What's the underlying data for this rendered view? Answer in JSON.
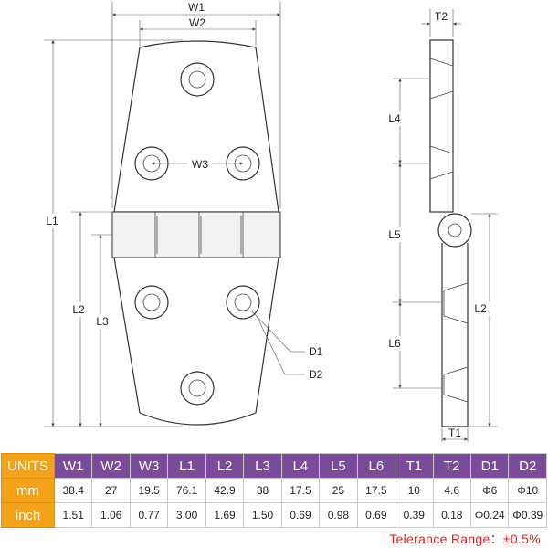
{
  "drawing": {
    "labels": {
      "W1": "W1",
      "W2": "W2",
      "W3": "W3",
      "L1": "L1",
      "L2": "L2",
      "L3": "L3",
      "L4": "L4",
      "L5": "L5",
      "L6": "L6",
      "D1": "D1",
      "D2": "D2",
      "T1": "T1",
      "T2": "T2"
    }
  },
  "table": {
    "unit_header": "UNITS",
    "columns": [
      "W1",
      "W2",
      "W3",
      "L1",
      "L2",
      "L3",
      "L4",
      "L5",
      "L6",
      "T1",
      "T2",
      "D1",
      "D2"
    ],
    "rows": [
      {
        "unit": "mm",
        "values": [
          "38.4",
          "27",
          "19.5",
          "76.1",
          "42.9",
          "38",
          "17.5",
          "25",
          "17.5",
          "10",
          "4.6",
          "Φ6",
          "Φ10"
        ]
      },
      {
        "unit": "inch",
        "values": [
          "1.51",
          "1.06",
          "0.77",
          "3.00",
          "1.69",
          "1.50",
          "0.69",
          "0.98",
          "0.69",
          "0.39",
          "0.18",
          "Φ0.24",
          "Φ0.39"
        ]
      }
    ]
  },
  "tolerance": "Telerance Range：±0.5%",
  "colors": {
    "header_purple": "#7b4a98",
    "unit_orange": "#f4a219",
    "tolerance_red": "#d8262c"
  }
}
